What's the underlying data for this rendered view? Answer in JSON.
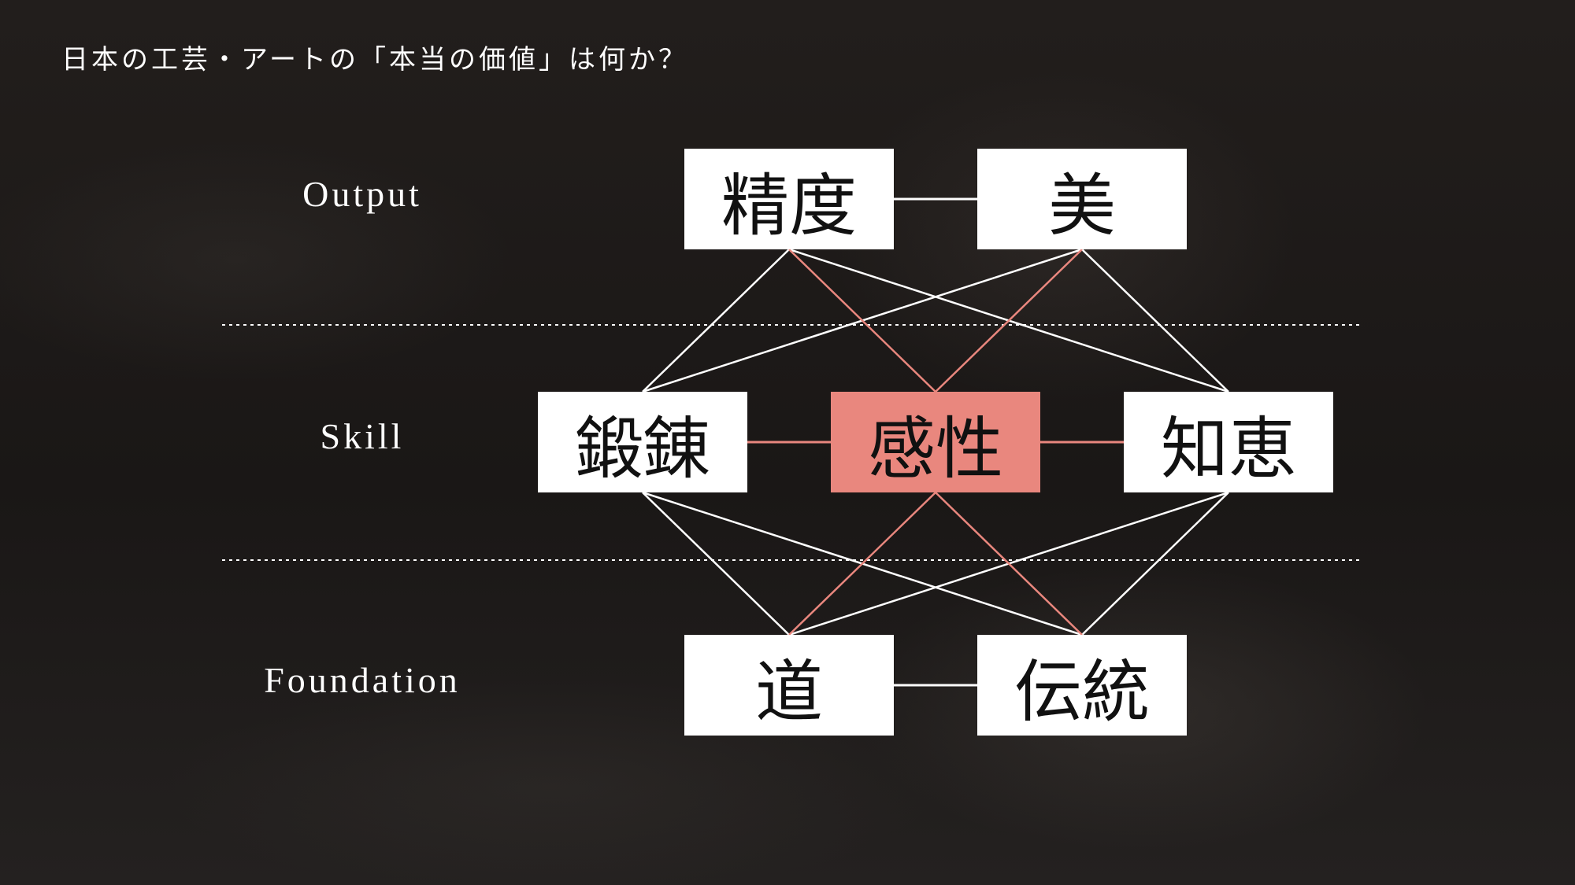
{
  "title": "日本の工芸・アートの「本当の価値」は何か？",
  "tiers": {
    "output": "Output",
    "skill": "Skill",
    "foundation": "Foundation"
  },
  "nodes": {
    "seido": "精度",
    "bi": "美",
    "tanren": "鍛錬",
    "kansei": "感性",
    "chie": "知恵",
    "michi": "道",
    "dentou": "伝統"
  },
  "colors": {
    "accent": "#e9877e",
    "node_fill": "#ffffff",
    "line": "#ffffff",
    "background": "#1f1c1a"
  }
}
